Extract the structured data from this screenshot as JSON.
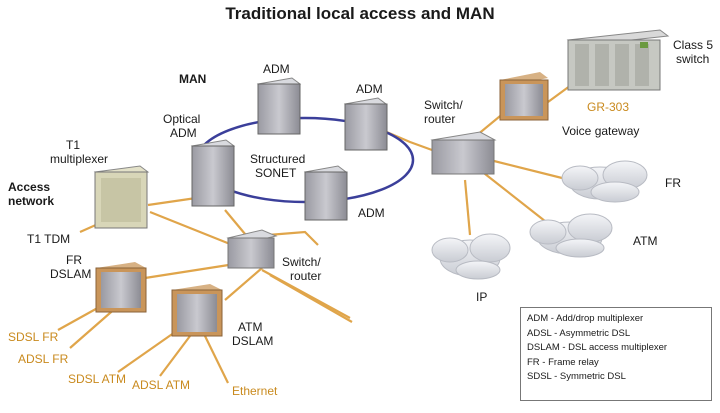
{
  "title": "Traditional local access and MAN",
  "labels": {
    "man": "MAN",
    "access_network_1": "Access",
    "access_network_2": "network",
    "t1_mux_1": "T1",
    "t1_mux_2": "multiplexer",
    "t1_tdm": "T1 TDM",
    "optical_adm_1": "Optical",
    "optical_adm_2": "ADM",
    "adm_top": "ADM",
    "adm_right": "ADM",
    "adm_bottom": "ADM",
    "sonet_1": "Structured",
    "sonet_2": "SONET",
    "switch_router_top_1": "Switch/",
    "switch_router_top_2": "router",
    "switch_router_bottom_1": "Switch/",
    "switch_router_bottom_2": "router",
    "class5_1": "Class 5",
    "class5_2": "switch",
    "gr303": "GR-303",
    "voice_gateway": "Voice gateway",
    "fr_cloud": "FR",
    "atm_cloud": "ATM",
    "ip_cloud": "IP",
    "fr_dslam_1": "FR",
    "fr_dslam_2": "DSLAM",
    "atm_dslam_1": "ATM",
    "atm_dslam_2": "DSLAM",
    "sdsl_fr": "SDSL FR",
    "adsl_fr": "ADSL FR",
    "sdsl_atm": "SDSL ATM",
    "adsl_atm": "ADSL ATM",
    "ethernet": "Ethernet"
  },
  "legend": [
    "ADM - Add/drop multiplexer",
    "ADSL - Asymmetric DSL",
    "DSLAM - DSL access multiplexer",
    "FR - Frame relay",
    "SDSL - Symmetric DSL"
  ],
  "colors": {
    "link": "#e0a54a",
    "ring": "#3b3f9a",
    "equipment_body": "#b9b9bf",
    "equipment_dark": "#7a7a82",
    "equipment_beige": "#d8d6b8",
    "equipment_copper": "#c9955a",
    "cloud": "#e6e8ec"
  }
}
